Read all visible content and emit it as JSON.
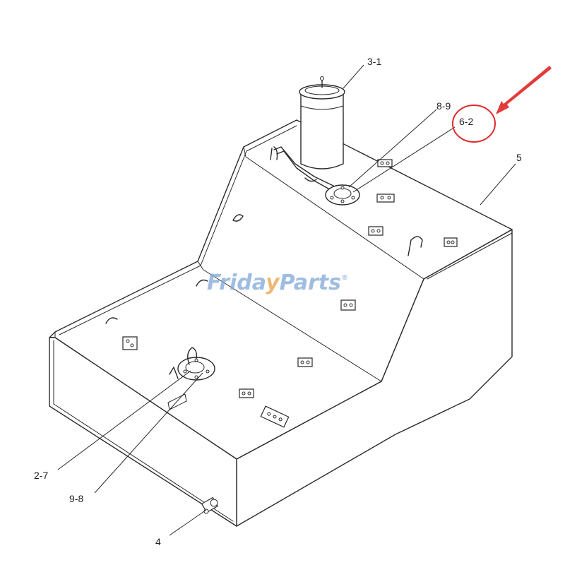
{
  "diagram": {
    "labels": {
      "p3_1": "3-1",
      "p8_9": "8-9",
      "p6_2": "6-2",
      "p5": "5",
      "p2_7": "2-7",
      "p9_8": "9-8",
      "p4": "4"
    },
    "watermark": {
      "word1": "Frida",
      "accent_letter": "y",
      "word2": "Parts",
      "mark": "®"
    },
    "colors": {
      "highlight": "#e02a2a",
      "arrow": "#e23a3a",
      "watermark": "#7fa8d8",
      "watermark_accent": "#e8a24a"
    }
  }
}
